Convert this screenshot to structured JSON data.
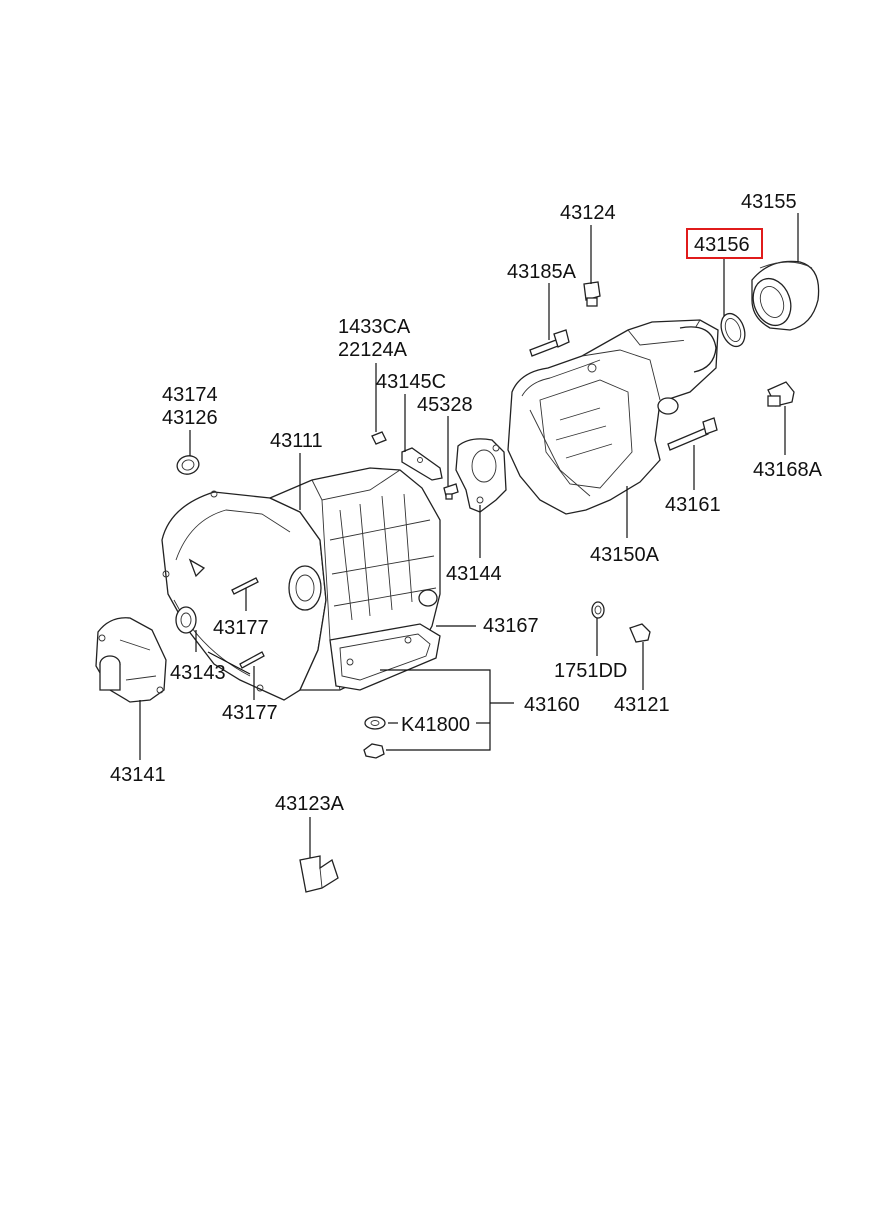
{
  "diagram": {
    "highlight_color": "#e01b1b",
    "highlighted_part": "43156",
    "labels": {
      "p43124": "43124",
      "p43155": "43155",
      "p43156": "43156",
      "p43185A": "43185A",
      "p1433CA": "1433CA",
      "p22124A": "22124A",
      "p43145C": "43145C",
      "p45328": "45328",
      "p43174": "43174",
      "p43126": "43126",
      "p43111": "43111",
      "p43168A": "43168A",
      "p43161": "43161",
      "p43150A": "43150A",
      "p43144": "43144",
      "p43177a": "43177",
      "p43167": "43167",
      "p43143": "43143",
      "p1751DD": "1751DD",
      "p43121": "43121",
      "p43160": "43160",
      "p43177b": "43177",
      "pK41800": "K41800",
      "p43141": "43141",
      "p43123A": "43123A"
    }
  }
}
